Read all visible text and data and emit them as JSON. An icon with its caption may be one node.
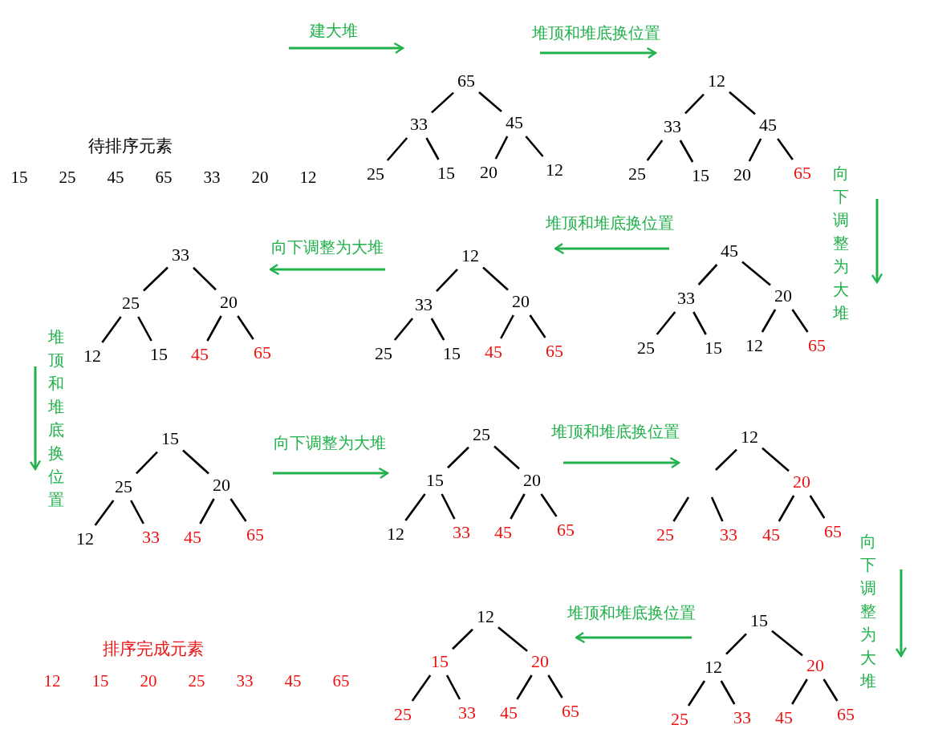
{
  "diagram": {
    "nodes": [
      {
        "text": [
          "65"
        ]
      },
      {
        "text": [
          "33"
        ]
      },
      {
        "text": [
          "45"
        ]
      },
      {
        "text": [
          "25"
        ]
      },
      {
        "text": [
          "15"
        ]
      },
      {
        "text": [
          "20"
        ]
      },
      {
        "text": [
          "12"
        ]
      },
      {
        "text": [
          "12"
        ]
      },
      {
        "text": [
          "33"
        ]
      },
      {
        "text": [
          "45"
        ]
      },
      {
        "text": [
          "25"
        ]
      },
      {
        "text": [
          "15"
        ]
      },
      {
        "text": [
          "20"
        ]
      },
      {
        "text": [
          "65"
        ]
      },
      {
        "text": [
          "33"
        ]
      },
      {
        "text": [
          "25"
        ]
      },
      {
        "text": [
          "20"
        ]
      },
      {
        "text": [
          "12"
        ]
      },
      {
        "text": [
          "15"
        ]
      },
      {
        "text": [
          "45"
        ]
      },
      {
        "text": [
          "65"
        ]
      },
      {
        "text": [
          "12"
        ]
      },
      {
        "text": [
          "33"
        ]
      },
      {
        "text": [
          "20"
        ]
      },
      {
        "text": [
          "25"
        ]
      },
      {
        "text": [
          "15"
        ]
      },
      {
        "text": [
          "45"
        ]
      },
      {
        "text": [
          "65"
        ]
      },
      {
        "text": [
          "45"
        ]
      },
      {
        "text": [
          "33"
        ]
      },
      {
        "text": [
          "20"
        ]
      },
      {
        "text": [
          "25"
        ]
      },
      {
        "text": [
          "15"
        ]
      },
      {
        "text": [
          "12"
        ]
      },
      {
        "text": [
          "65"
        ]
      },
      {
        "text": [
          "15"
        ]
      },
      {
        "text": [
          "25"
        ]
      },
      {
        "text": [
          "20"
        ]
      },
      {
        "text": [
          "12"
        ]
      },
      {
        "text": [
          "33"
        ]
      },
      {
        "text": [
          "45"
        ]
      },
      {
        "text": [
          "65"
        ]
      },
      {
        "text": [
          "25"
        ]
      },
      {
        "text": [
          "15"
        ]
      },
      {
        "text": [
          "20"
        ]
      },
      {
        "text": [
          "12"
        ]
      },
      {
        "text": [
          "33"
        ]
      },
      {
        "text": [
          "45"
        ]
      },
      {
        "text": [
          "65"
        ]
      },
      {
        "text": [
          "12"
        ]
      },
      {
        "text": [
          "20"
        ]
      },
      {
        "text": [
          "25"
        ]
      },
      {
        "text": [
          "33"
        ]
      },
      {
        "text": [
          "45"
        ]
      },
      {
        "text": [
          "65"
        ]
      },
      {
        "text": [
          "12"
        ]
      },
      {
        "text": [
          "15"
        ]
      },
      {
        "text": [
          "20"
        ]
      },
      {
        "text": [
          "25"
        ]
      },
      {
        "text": [
          "33"
        ]
      },
      {
        "text": [
          "45"
        ]
      },
      {
        "text": [
          "65"
        ]
      },
      {
        "text": [
          "15"
        ]
      },
      {
        "text": [
          "12"
        ]
      },
      {
        "text": [
          "20"
        ]
      },
      {
        "text": [
          "25"
        ]
      },
      {
        "text": [
          "33"
        ]
      },
      {
        "text": [
          "45"
        ]
      },
      {
        "text": [
          "65"
        ]
      }
    ],
    "edges": [
      {
        "from": 0,
        "to": 1,
        "arrow": "none"
      },
      {
        "from": 0,
        "to": 2,
        "arrow": "none"
      },
      {
        "from": 1,
        "to": 3,
        "arrow": "none"
      },
      {
        "from": 1,
        "to": 4,
        "arrow": "none"
      },
      {
        "from": 2,
        "to": 5,
        "arrow": "none"
      },
      {
        "from": 2,
        "to": 6,
        "arrow": "none"
      },
      {
        "from": 7,
        "to": 8,
        "arrow": "none"
      },
      {
        "from": 7,
        "to": 9,
        "arrow": "none"
      },
      {
        "from": 8,
        "to": 10,
        "arrow": "none"
      },
      {
        "from": 8,
        "to": 11,
        "arrow": "none"
      },
      {
        "from": 9,
        "to": 12,
        "arrow": "none"
      },
      {
        "from": 9,
        "to": 13,
        "arrow": "none"
      },
      {
        "from": 14,
        "to": 15,
        "arrow": "none"
      },
      {
        "from": 14,
        "to": 16,
        "arrow": "none"
      },
      {
        "from": 15,
        "to": 17,
        "arrow": "none"
      },
      {
        "from": 15,
        "to": 18,
        "arrow": "none"
      },
      {
        "from": 16,
        "to": 19,
        "arrow": "none"
      },
      {
        "from": 16,
        "to": 20,
        "arrow": "none"
      },
      {
        "from": 21,
        "to": 22,
        "arrow": "none"
      },
      {
        "from": 21,
        "to": 23,
        "arrow": "none"
      },
      {
        "from": 22,
        "to": 24,
        "arrow": "none"
      },
      {
        "from": 22,
        "to": 25,
        "arrow": "none"
      },
      {
        "from": 23,
        "to": 26,
        "arrow": "none"
      },
      {
        "from": 23,
        "to": 27,
        "arrow": "none"
      },
      {
        "from": 28,
        "to": 29,
        "arrow": "none"
      },
      {
        "from": 28,
        "to": 30,
        "arrow": "none"
      },
      {
        "from": 29,
        "to": 31,
        "arrow": "none"
      },
      {
        "from": 29,
        "to": 32,
        "arrow": "none"
      },
      {
        "from": 30,
        "to": 33,
        "arrow": "none"
      },
      {
        "from": 30,
        "to": 34,
        "arrow": "none"
      },
      {
        "from": 35,
        "to": 36,
        "arrow": "none"
      },
      {
        "from": 35,
        "to": 37,
        "arrow": "none"
      },
      {
        "from": 36,
        "to": 38,
        "arrow": "none"
      },
      {
        "from": 36,
        "to": 39,
        "arrow": "none"
      },
      {
        "from": 37,
        "to": 40,
        "arrow": "none"
      },
      {
        "from": 37,
        "to": 41,
        "arrow": "none"
      },
      {
        "from": 42,
        "to": 43,
        "arrow": "none"
      },
      {
        "from": 42,
        "to": 44,
        "arrow": "none"
      },
      {
        "from": 43,
        "to": 45,
        "arrow": "none"
      },
      {
        "from": 43,
        "to": 46,
        "arrow": "none"
      },
      {
        "from": 44,
        "to": 47,
        "arrow": "none"
      },
      {
        "from": 44,
        "to": 48,
        "arrow": "none"
      },
      {
        "from": 49,
        "to": null,
        "arrow": "none"
      },
      {
        "from": 49,
        "to": 50,
        "arrow": "none"
      },
      {
        "from": null,
        "to": 51,
        "arrow": "none"
      },
      {
        "from": null,
        "to": 52,
        "arrow": "none"
      },
      {
        "from": 50,
        "to": 53,
        "arrow": "none"
      },
      {
        "from": 50,
        "to": 54,
        "arrow": "none"
      },
      {
        "from": 55,
        "to": 56,
        "arrow": "none"
      },
      {
        "from": 55,
        "to": 57,
        "arrow": "none"
      },
      {
        "from": 56,
        "to": 58,
        "arrow": "none"
      },
      {
        "from": 56,
        "to": 59,
        "arrow": "none"
      },
      {
        "from": 57,
        "to": 60,
        "arrow": "none"
      },
      {
        "from": 57,
        "to": 61,
        "arrow": "none"
      },
      {
        "from": 62,
        "to": 63,
        "arrow": "none"
      },
      {
        "from": 62,
        "to": 64,
        "arrow": "none"
      },
      {
        "from": 63,
        "to": 65,
        "arrow": "none"
      },
      {
        "from": 63,
        "to": 66,
        "arrow": "none"
      },
      {
        "from": 64,
        "to": 67,
        "arrow": "none"
      },
      {
        "from": 64,
        "to": 68,
        "arrow": "none"
      }
    ],
    "labels": [
      "建大堆",
      "堆顶和堆底换位置",
      "待排序元素",
      "向下调整为大堆",
      "15",
      "25",
      "45",
      "65",
      "33",
      "20",
      "12",
      "堆顶和堆底换位置",
      "向下调整为大堆",
      "堆顶和堆底换位置",
      "堆顶和堆底换位置",
      "向下调整为大堆",
      "向下调整为大堆",
      "堆顶和堆底换位置",
      "排序完成元素",
      "12",
      "15",
      "20",
      "25",
      "33",
      "45",
      "65"
    ]
  }
}
